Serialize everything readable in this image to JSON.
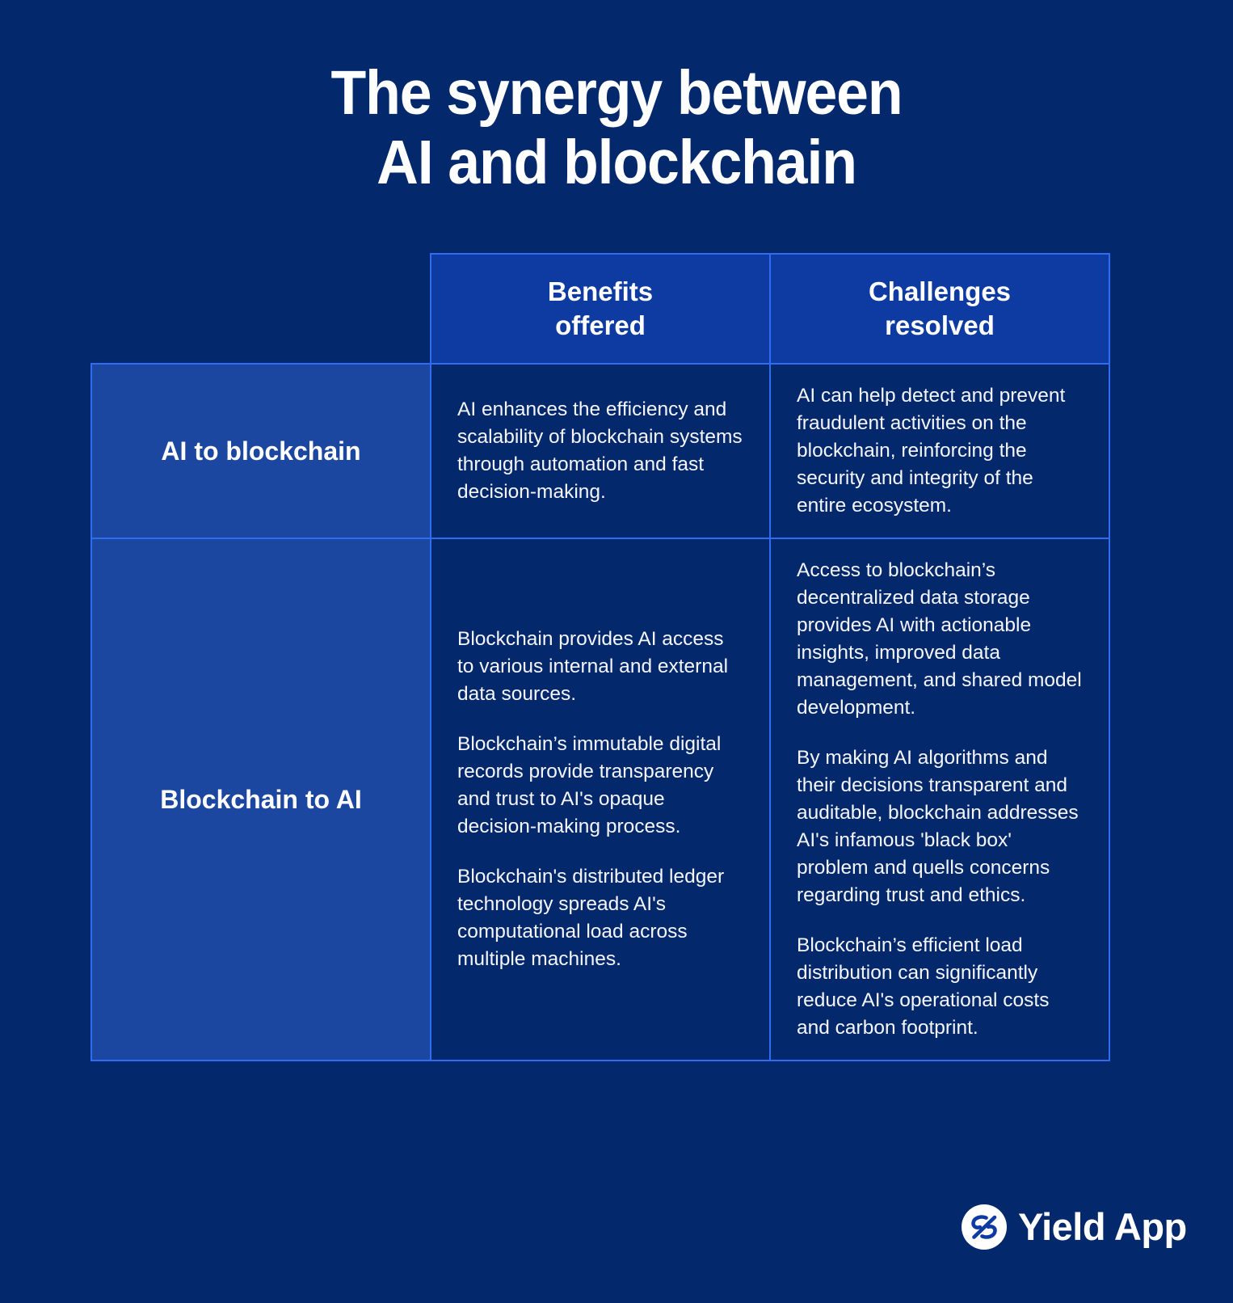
{
  "theme": {
    "background": "#04286c",
    "header_cell": "#0e3ba2",
    "row_label_cell": "#1c47a0",
    "body_cell": "#04286c",
    "border": "#2f6cf2",
    "text": "#ffffff"
  },
  "title": {
    "line1": "The synergy between",
    "line2": "AI and blockchain"
  },
  "table": {
    "corner_label": "",
    "columns": [
      {
        "line1": "Benefits",
        "line2": "offered"
      },
      {
        "line1": "Challenges",
        "line2": "resolved"
      }
    ],
    "rows": [
      {
        "label": "AI to blockchain",
        "benefits": [
          "AI enhances the efficiency and scalability of blockchain systems through automation and fast decision-making."
        ],
        "challenges": [
          "AI can help detect and prevent fraudulent activities on the blockchain, reinforcing the security and integrity of the entire ecosystem."
        ]
      },
      {
        "label": "Blockchain to AI",
        "benefits": [
          "Blockchain provides AI access to various internal and external data sources.",
          "Blockchain’s immutable digital records provide transparency and trust to AI's opaque decision-making process.",
          "Blockchain's distributed ledger technology spreads AI's computational load across multiple machines."
        ],
        "challenges": [
          "Access to blockchain’s decentralized data storage provides AI with actionable insights, improved data management, and shared model development.",
          "By making AI algorithms and their decisions transparent and auditable, blockchain addresses AI's infamous 'black box' problem and quells concerns regarding trust and ethics.",
          "Blockchain’s efficient load distribution can significantly reduce AI's operational costs and carbon footprint."
        ]
      }
    ]
  },
  "logo": {
    "icon": "yield-app-swirl-icon",
    "text": "Yield App"
  }
}
